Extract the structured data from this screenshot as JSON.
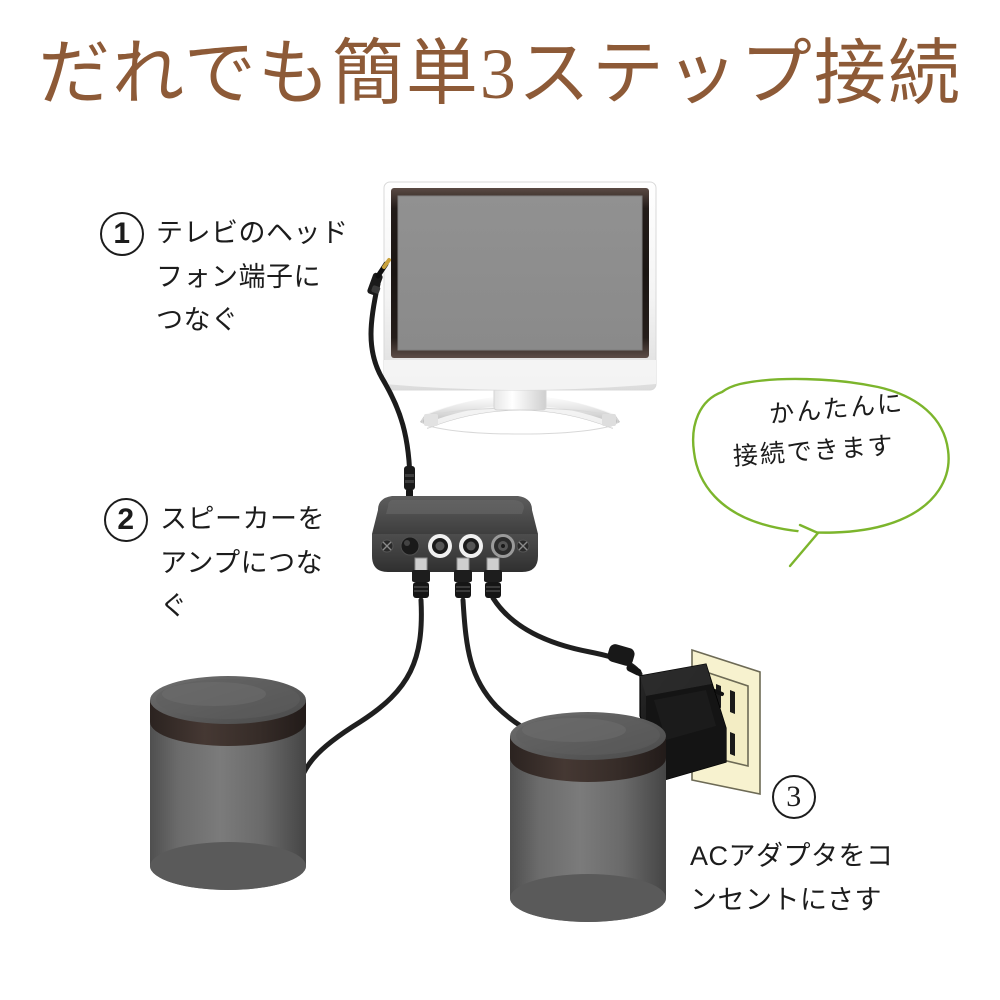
{
  "page": {
    "title": "だれでも簡単3ステップ接続",
    "title_color": "#8d5a37",
    "background_color": "#ffffff"
  },
  "steps": [
    {
      "number": "1",
      "text": "テレビのヘッド\nフォン端子に\nつなぐ"
    },
    {
      "number": "2",
      "text": "スピーカーを\nアンプにつな\nぐ"
    },
    {
      "number": "3",
      "text": "ACアダプタをコ\nンセントにさす"
    }
  ],
  "callout": {
    "line1": "かんたんに",
    "line2": "接続できます",
    "outline_color": "#7cb52c"
  },
  "devices": {
    "tv": {
      "bezel_color": "#3a2e2a",
      "screen_color": "#8c8c8c",
      "body_color": "#f2f2f2"
    },
    "amplifier": {
      "body_color": "#3b3b3b",
      "front_color": "#4a4a4a"
    },
    "speaker": {
      "top_color": "#3a2f2c",
      "body_color": "#6e6e6e"
    },
    "ac_adapter": {
      "body_color": "#1e1e1e"
    },
    "wall_outlet": {
      "plate_color": "#f7f2cf"
    },
    "cable_color": "#222222"
  }
}
